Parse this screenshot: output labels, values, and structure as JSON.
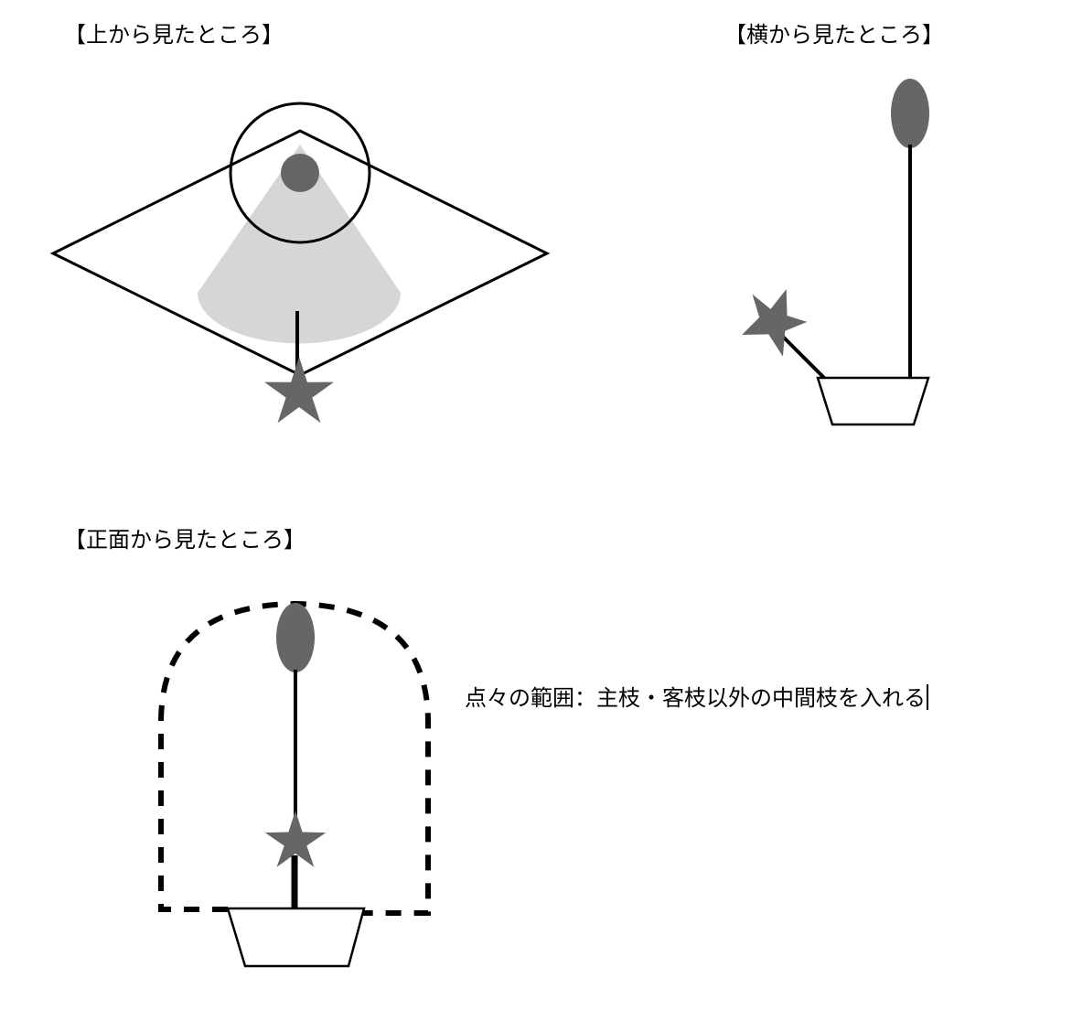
{
  "labels": {
    "top_view": "【上から見たところ】",
    "side_view": "【横から見たところ】",
    "front_view": "【正面から見たところ】"
  },
  "note": "点々の範囲：主枝・客枝以外の中間枝を入れる",
  "colors": {
    "flower": "#666666",
    "shade": "#d6d6d6",
    "line": "#000000"
  },
  "icons": [
    "star-shape",
    "oval-flower",
    "vase-trapezoid"
  ]
}
